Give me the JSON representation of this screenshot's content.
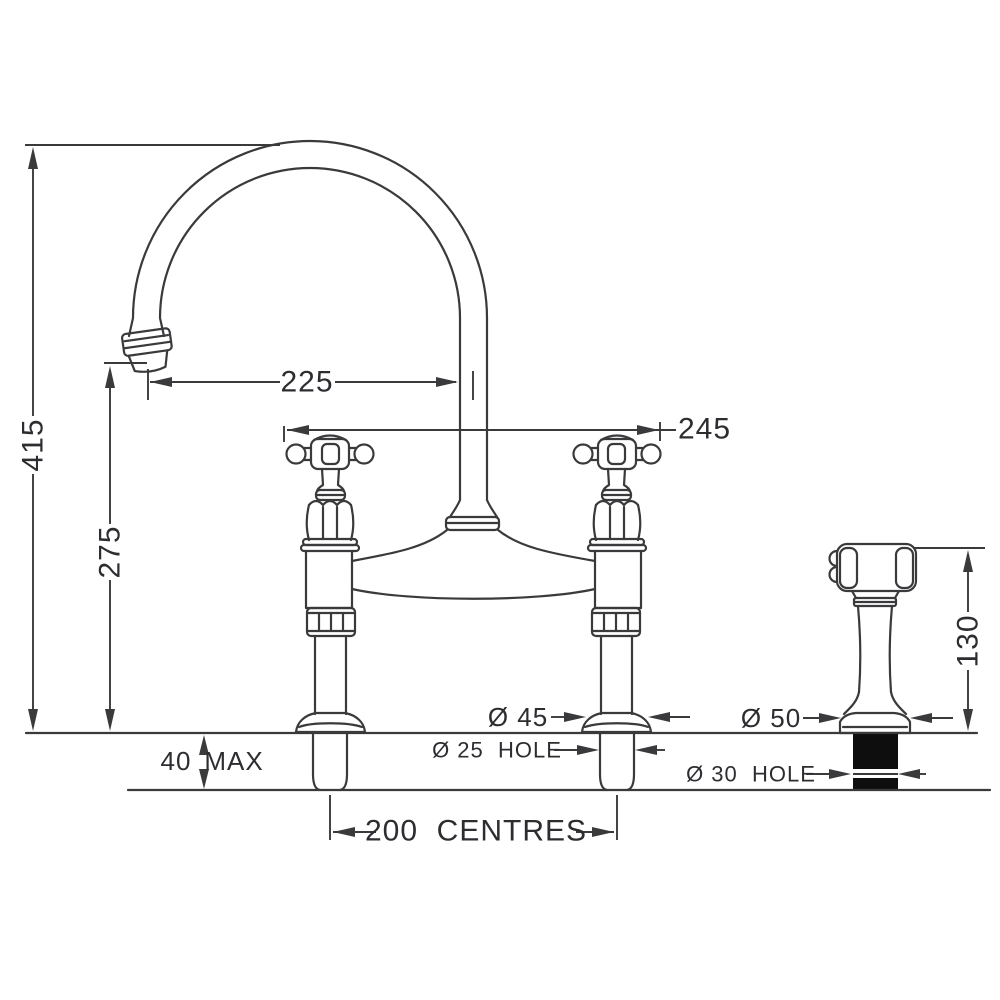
{
  "drawing_type": "kitchen bridge mixer tap with side spray - dimensioned technical drawing",
  "colors": {
    "background": "#ffffff",
    "line": "#3a3a3d",
    "text": "#2d2d31",
    "spray_shank_fill": "#0e0e0e"
  },
  "dimensions": {
    "overall_height": "415",
    "spout_outlet_height": "275",
    "spout_reach": "225",
    "body_overall_width": "245",
    "spray_height": "130",
    "counter_thickness_value": "40",
    "counter_thickness_qualifier": "MAX",
    "tap_base_diameter": "Ø 45",
    "tap_hole": "Ø 25  HOLE",
    "spray_base_diameter": "Ø 50",
    "spray_hole": "Ø 30  HOLE",
    "tap_centres": "200  CENTRES"
  }
}
